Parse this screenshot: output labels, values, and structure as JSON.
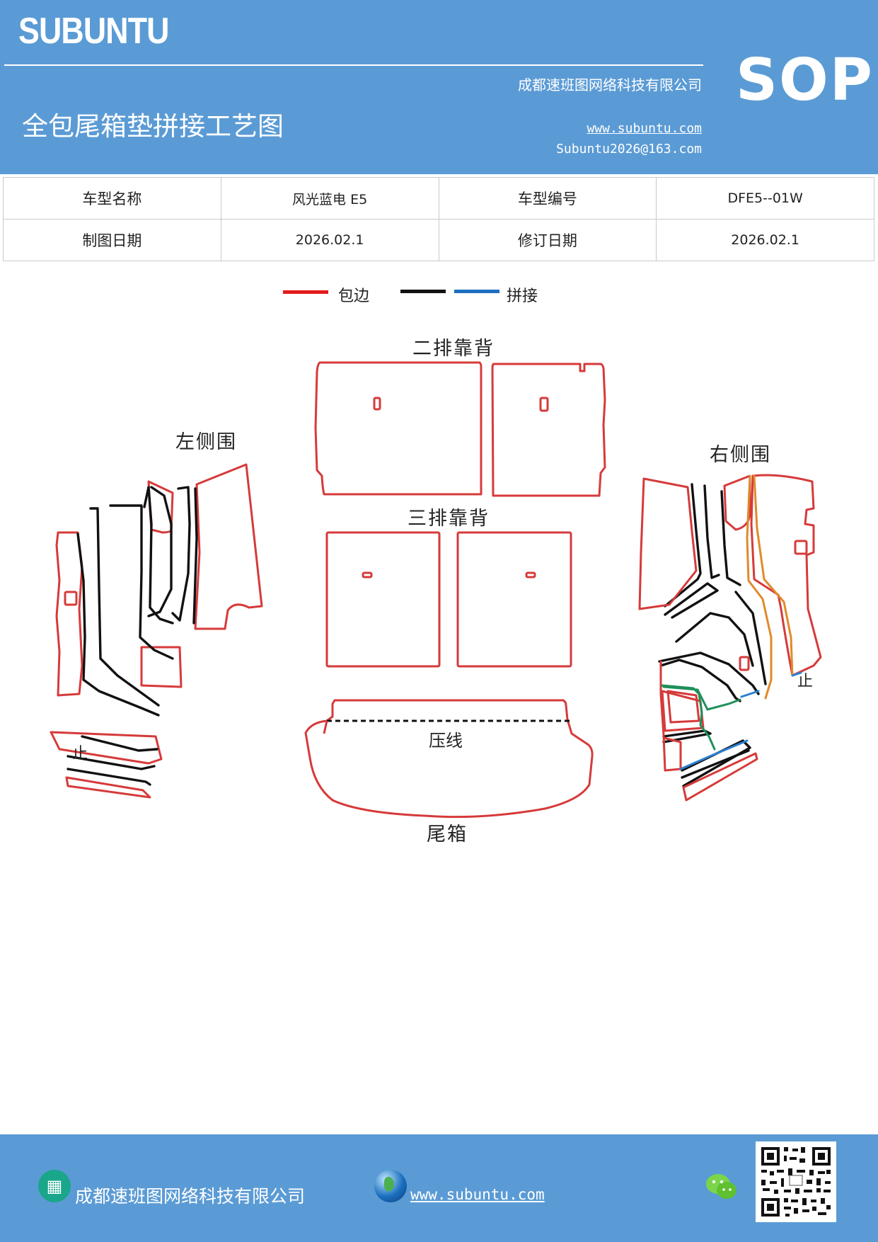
{
  "header": {
    "brand": "SUBUNTU",
    "company": "成都速班图网络科技有限公司",
    "title": "全包尾箱垫拼接工艺图",
    "website": "www.subuntu.com",
    "email": "Subuntu2026@163.com",
    "badge": "SOP"
  },
  "info_table": {
    "rows": [
      [
        "车型名称",
        "风光蓝电 E5",
        "车型编号",
        "DFE5--01W"
      ],
      [
        "制图日期",
        "2026.02.1",
        "修订日期",
        "2026.02.1"
      ]
    ]
  },
  "legend": {
    "items": [
      {
        "label": "包边",
        "color": "#e31a1c"
      },
      {
        "label": "",
        "color": "#111111"
      },
      {
        "label": "拼接",
        "color": "#1f6fc0"
      }
    ]
  },
  "diagram": {
    "labels": {
      "second_row_back": "二排靠背",
      "third_row_back": "三排靠背",
      "left_side": "左侧围",
      "right_side": "右侧围",
      "crease": "压线",
      "trunk": "尾箱",
      "stop_left": "止",
      "stop_right": "止"
    },
    "colors": {
      "edge": "#d63a3a",
      "seam": "#111111",
      "join_blue": "#2b7fcf",
      "join_orange": "#e08a2a",
      "join_green": "#1f8f5a"
    }
  },
  "footer": {
    "company": "成都速班图网络科技有限公司",
    "website": "www.subuntu.com"
  },
  "icons": {
    "building": "building-icon",
    "globe": "globe-icon",
    "wechat": "wechat-icon",
    "qr": "qr-code-icon"
  }
}
